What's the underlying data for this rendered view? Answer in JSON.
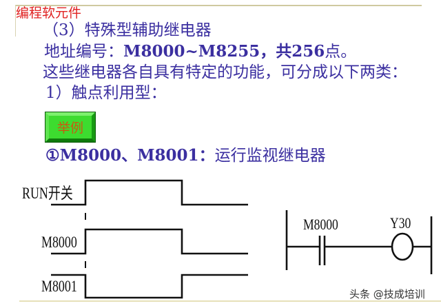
{
  "slide": {
    "section_title": "编程软元件",
    "heading": "（3）特殊型辅助继电器",
    "address_prefix": "地址编号：",
    "address_range": "M8000~M8255，共256",
    "address_suffix": "点。",
    "description": "这些继电器各自具有特定的功能，可分成以下两类：",
    "category": "1）触点利用型：",
    "example_button": "举例",
    "item_prefix": "①M8000、M8001：",
    "item_desc": "运行监视继电器"
  },
  "timing_diagram": {
    "signals": [
      {
        "name": "RUN开关",
        "initial": "low",
        "transitions": [
          "rise",
          "fall"
        ]
      },
      {
        "name": "M8000",
        "initial": "low",
        "transitions": [
          "rise",
          "fall"
        ]
      },
      {
        "name": "M8001",
        "initial": "high",
        "transitions": [
          "fall",
          "rise"
        ]
      }
    ]
  },
  "ladder_diagram": {
    "contact_label": "M8000",
    "contact_type": "normally-open",
    "coil_label": "Y30"
  },
  "watermark": "头条 @技成培训",
  "colors": {
    "title": "#e02020",
    "body_text": "#3b2fa0",
    "button_bg": "#3ddc2f",
    "button_text": "#c85a10",
    "diagram": "#111111"
  }
}
